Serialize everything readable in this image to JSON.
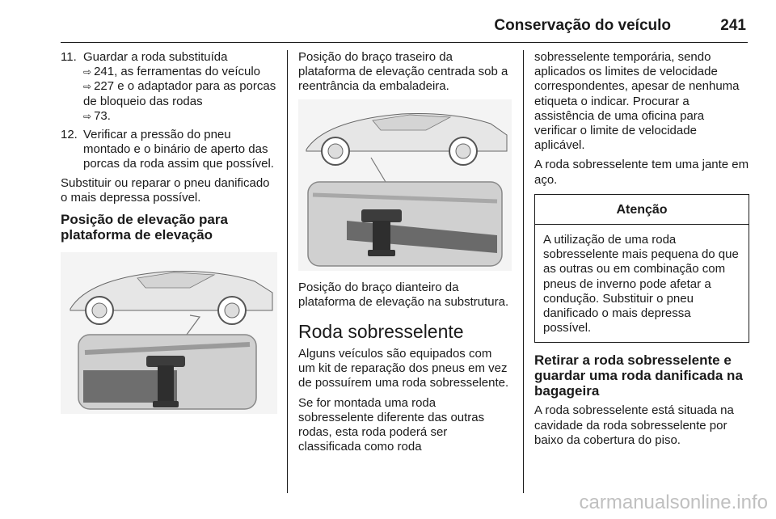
{
  "header": {
    "section": "Conservação do veículo",
    "page": "241"
  },
  "col1": {
    "items": [
      {
        "num": "11.",
        "l1": "Guardar a roda substituída",
        "r1": "241, as ferramentas do veículo",
        "r2": "227 e o adaptador para as porcas de bloqueio das rodas",
        "r3": "73."
      },
      {
        "num": "12.",
        "text": "Verificar a pressão do pneu montado e o binário de aperto das porcas da roda assim que possível."
      }
    ],
    "para": "Substituir ou reparar o pneu danificado o mais depressa possível.",
    "heading": "Posição de elevação para plataforma de elevação"
  },
  "col2": {
    "caption1": "Posição do braço traseiro da plataforma de elevação centrada sob a reentrância da embaladeira.",
    "caption2": "Posição do braço dianteiro da plataforma de elevação na substrutura.",
    "heading": "Roda sobresselente",
    "p1": "Alguns veículos são equipados com um kit de reparação dos pneus em vez de possuírem uma roda sobresselente.",
    "p2": "Se for montada uma roda sobresselente diferente das outras rodas, esta roda poderá ser classificada como roda"
  },
  "col3": {
    "p1": "sobresselente temporária, sendo aplicados os limites de velocidade correspondentes, apesar de nenhuma etiqueta o indicar. Procurar a assistência de uma oficina para verificar o limite de velocidade aplicável.",
    "p2": "A roda sobresselente tem uma jante em aço.",
    "warning": {
      "title": "Atenção",
      "text": "A utilização de uma roda sobresselente mais pequena do que as outras ou em combinação com pneus de inverno pode afetar a condução. Substituir o pneu danificado o mais depressa possível."
    },
    "heading": "Retirar a roda sobresselente e guardar uma roda danificada na bagageira",
    "p3": "A roda sobresselente está situada na cavidade da roda sobresselente por baixo da cobertura do piso."
  },
  "watermark": "carmanualsonline.info"
}
